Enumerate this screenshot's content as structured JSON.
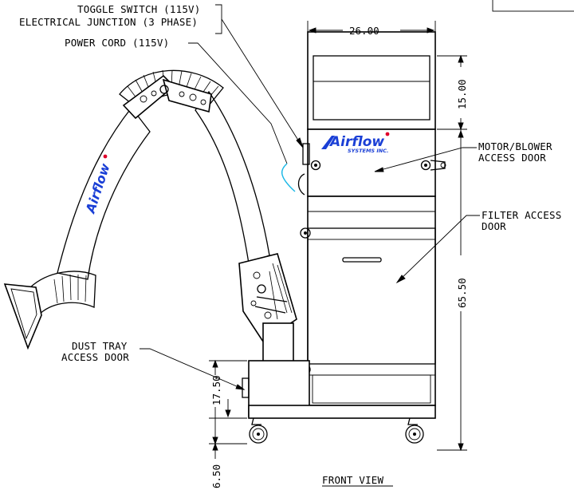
{
  "callouts": {
    "toggle_switch": "TOGGLE SWITCH (115V)",
    "electrical_junction": "ELECTRICAL JUNCTION (3 PHASE)",
    "power_cord": "POWER CORD (115V)",
    "motor_blower_1": "MOTOR/BLOWER",
    "motor_blower_2": "ACCESS DOOR",
    "filter_1": "FILTER ACCESS",
    "filter_2": "DOOR",
    "dust_tray_1": "DUST TRAY",
    "dust_tray_2": "ACCESS DOOR"
  },
  "dimensions": {
    "width_top": "26.00",
    "top_height": "15.00",
    "overall_height": "65.50",
    "base_height": "17.50",
    "caster_height": "6.50"
  },
  "brand": {
    "logo_main": "Airflow",
    "logo_sub": "SYSTEMS INC."
  },
  "view_title": "FRONT VIEW",
  "colors": {
    "logo": "#1a3fd6",
    "accent_dot": "#e0002a",
    "cord": "#19b7e6"
  }
}
